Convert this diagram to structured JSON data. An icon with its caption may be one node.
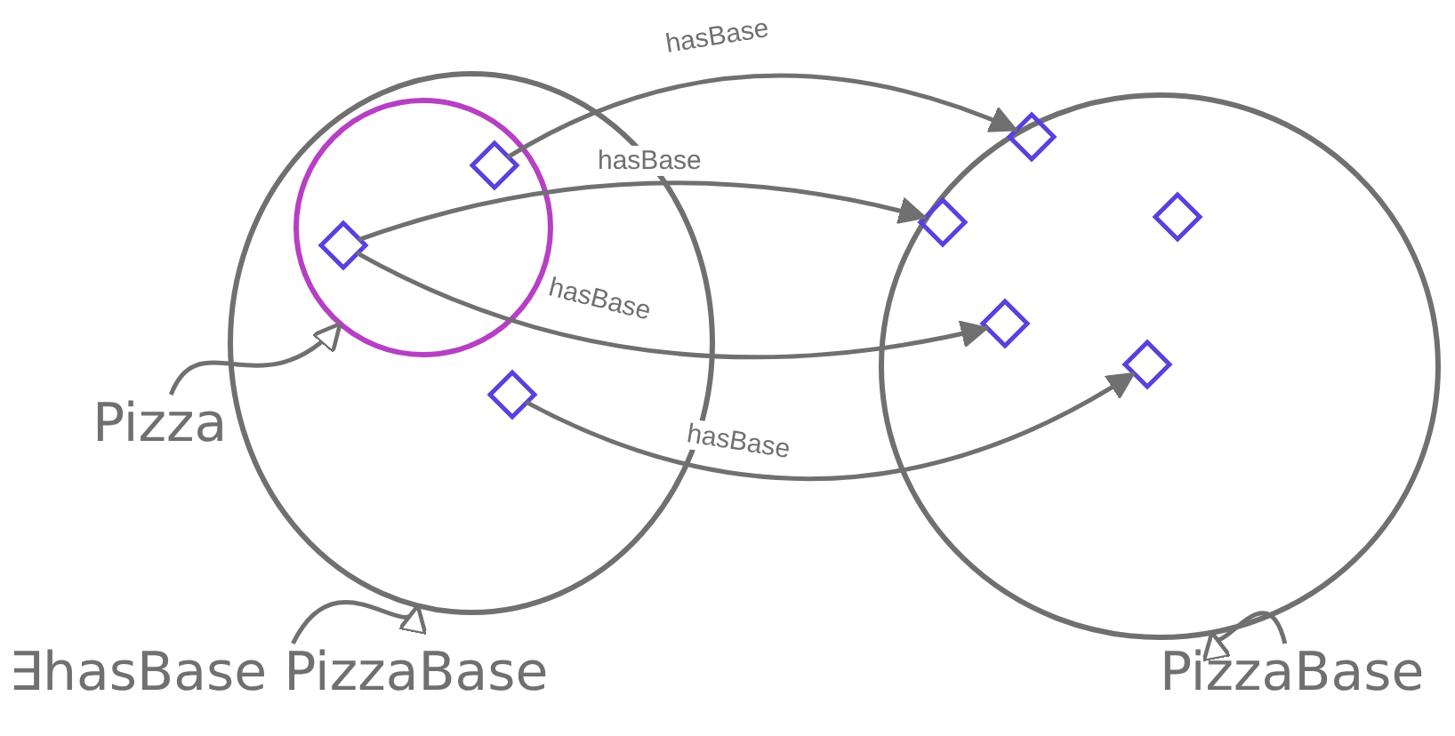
{
  "diagram": {
    "nodes": [
      {
        "text": [],
        "shape": "circle"
      },
      {
        "text": [],
        "shape": "circle",
        "in": 0
      },
      {
        "text": [],
        "shape": "diamond",
        "in": 1
      },
      {
        "text": [],
        "shape": "diamond",
        "in": 1
      },
      {
        "text": [],
        "shape": "diamond",
        "in": 0
      },
      {
        "text": [],
        "shape": "circle"
      },
      {
        "text": [],
        "shape": "diamond",
        "in": 5
      },
      {
        "text": [],
        "shape": "diamond",
        "in": 5
      },
      {
        "text": [],
        "shape": "diamond",
        "in": 5
      },
      {
        "text": [],
        "shape": "diamond",
        "in": 5
      },
      {
        "text": [],
        "shape": "diamond",
        "in": 5
      },
      {
        "text": [
          "Pizza"
        ]
      },
      {
        "text": [
          "∃hasBase PizzaBase"
        ]
      },
      {
        "text": [
          "PizzaBase"
        ]
      }
    ],
    "edges": [
      {
        "from": 2,
        "to": 6,
        "arrow": "to",
        "label": "hasBase"
      },
      {
        "from": 3,
        "to": 7,
        "arrow": "to",
        "label": "hasBase"
      },
      {
        "from": 3,
        "to": 9,
        "arrow": "to",
        "label": "hasBase"
      },
      {
        "from": 4,
        "to": 10,
        "arrow": "to",
        "label": "hasBase"
      },
      {
        "from": 11,
        "to": 1,
        "arrow": "to"
      },
      {
        "from": 12,
        "to": 0,
        "arrow": "to"
      },
      {
        "from": 13,
        "to": 5,
        "arrow": "to"
      }
    ]
  }
}
